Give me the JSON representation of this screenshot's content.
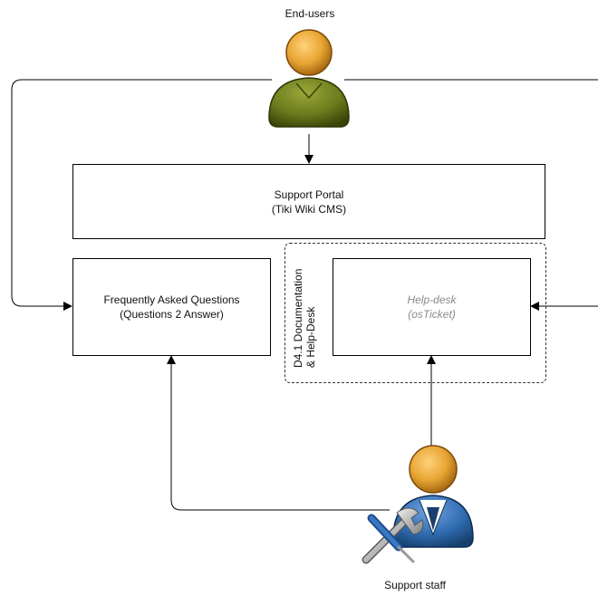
{
  "actors": {
    "end_users": {
      "label": "End-users"
    },
    "support_staff": {
      "label": "Support staff"
    }
  },
  "boxes": {
    "support_portal": {
      "line1": "Support Portal",
      "line2": "(Tiki Wiki CMS)"
    },
    "faq": {
      "line1": "Frequently Asked Questions",
      "line2": "(Questions 2 Answer)"
    },
    "helpdesk": {
      "line1": "Help-desk",
      "line2": "(osTicket)"
    }
  },
  "group": {
    "line1": "D4.1 Documentation",
    "line2": "& Help-Desk"
  },
  "colors": {
    "end_user_body": "#6b7a1c",
    "staff_body": "#2f6bb0",
    "head": "#e8a534",
    "line": "#000000",
    "muted_text": "#8a8a8a"
  }
}
